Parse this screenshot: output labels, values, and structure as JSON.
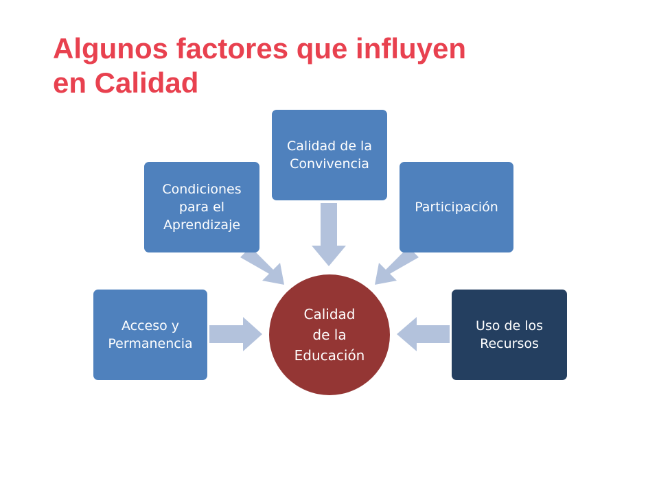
{
  "title": {
    "line1": "Algunos factores que influyen",
    "line2": "en Calidad"
  },
  "center": {
    "label": "Calidad\nde la\nEducación",
    "color": "#943634"
  },
  "factors": [
    {
      "label": "Acceso y\nPermanencia",
      "color": "#4f81bd"
    },
    {
      "label": "Condiciones\npara el\nAprendizaje",
      "color": "#4f81bd"
    },
    {
      "label": "Calidad de la\nConvivencia",
      "color": "#4f81bd"
    },
    {
      "label": "Participación",
      "color": "#4f81bd"
    },
    {
      "label": "Uso de los\nRecursos",
      "color": "#243f60"
    }
  ],
  "arrow_color": "#b3c2dc"
}
